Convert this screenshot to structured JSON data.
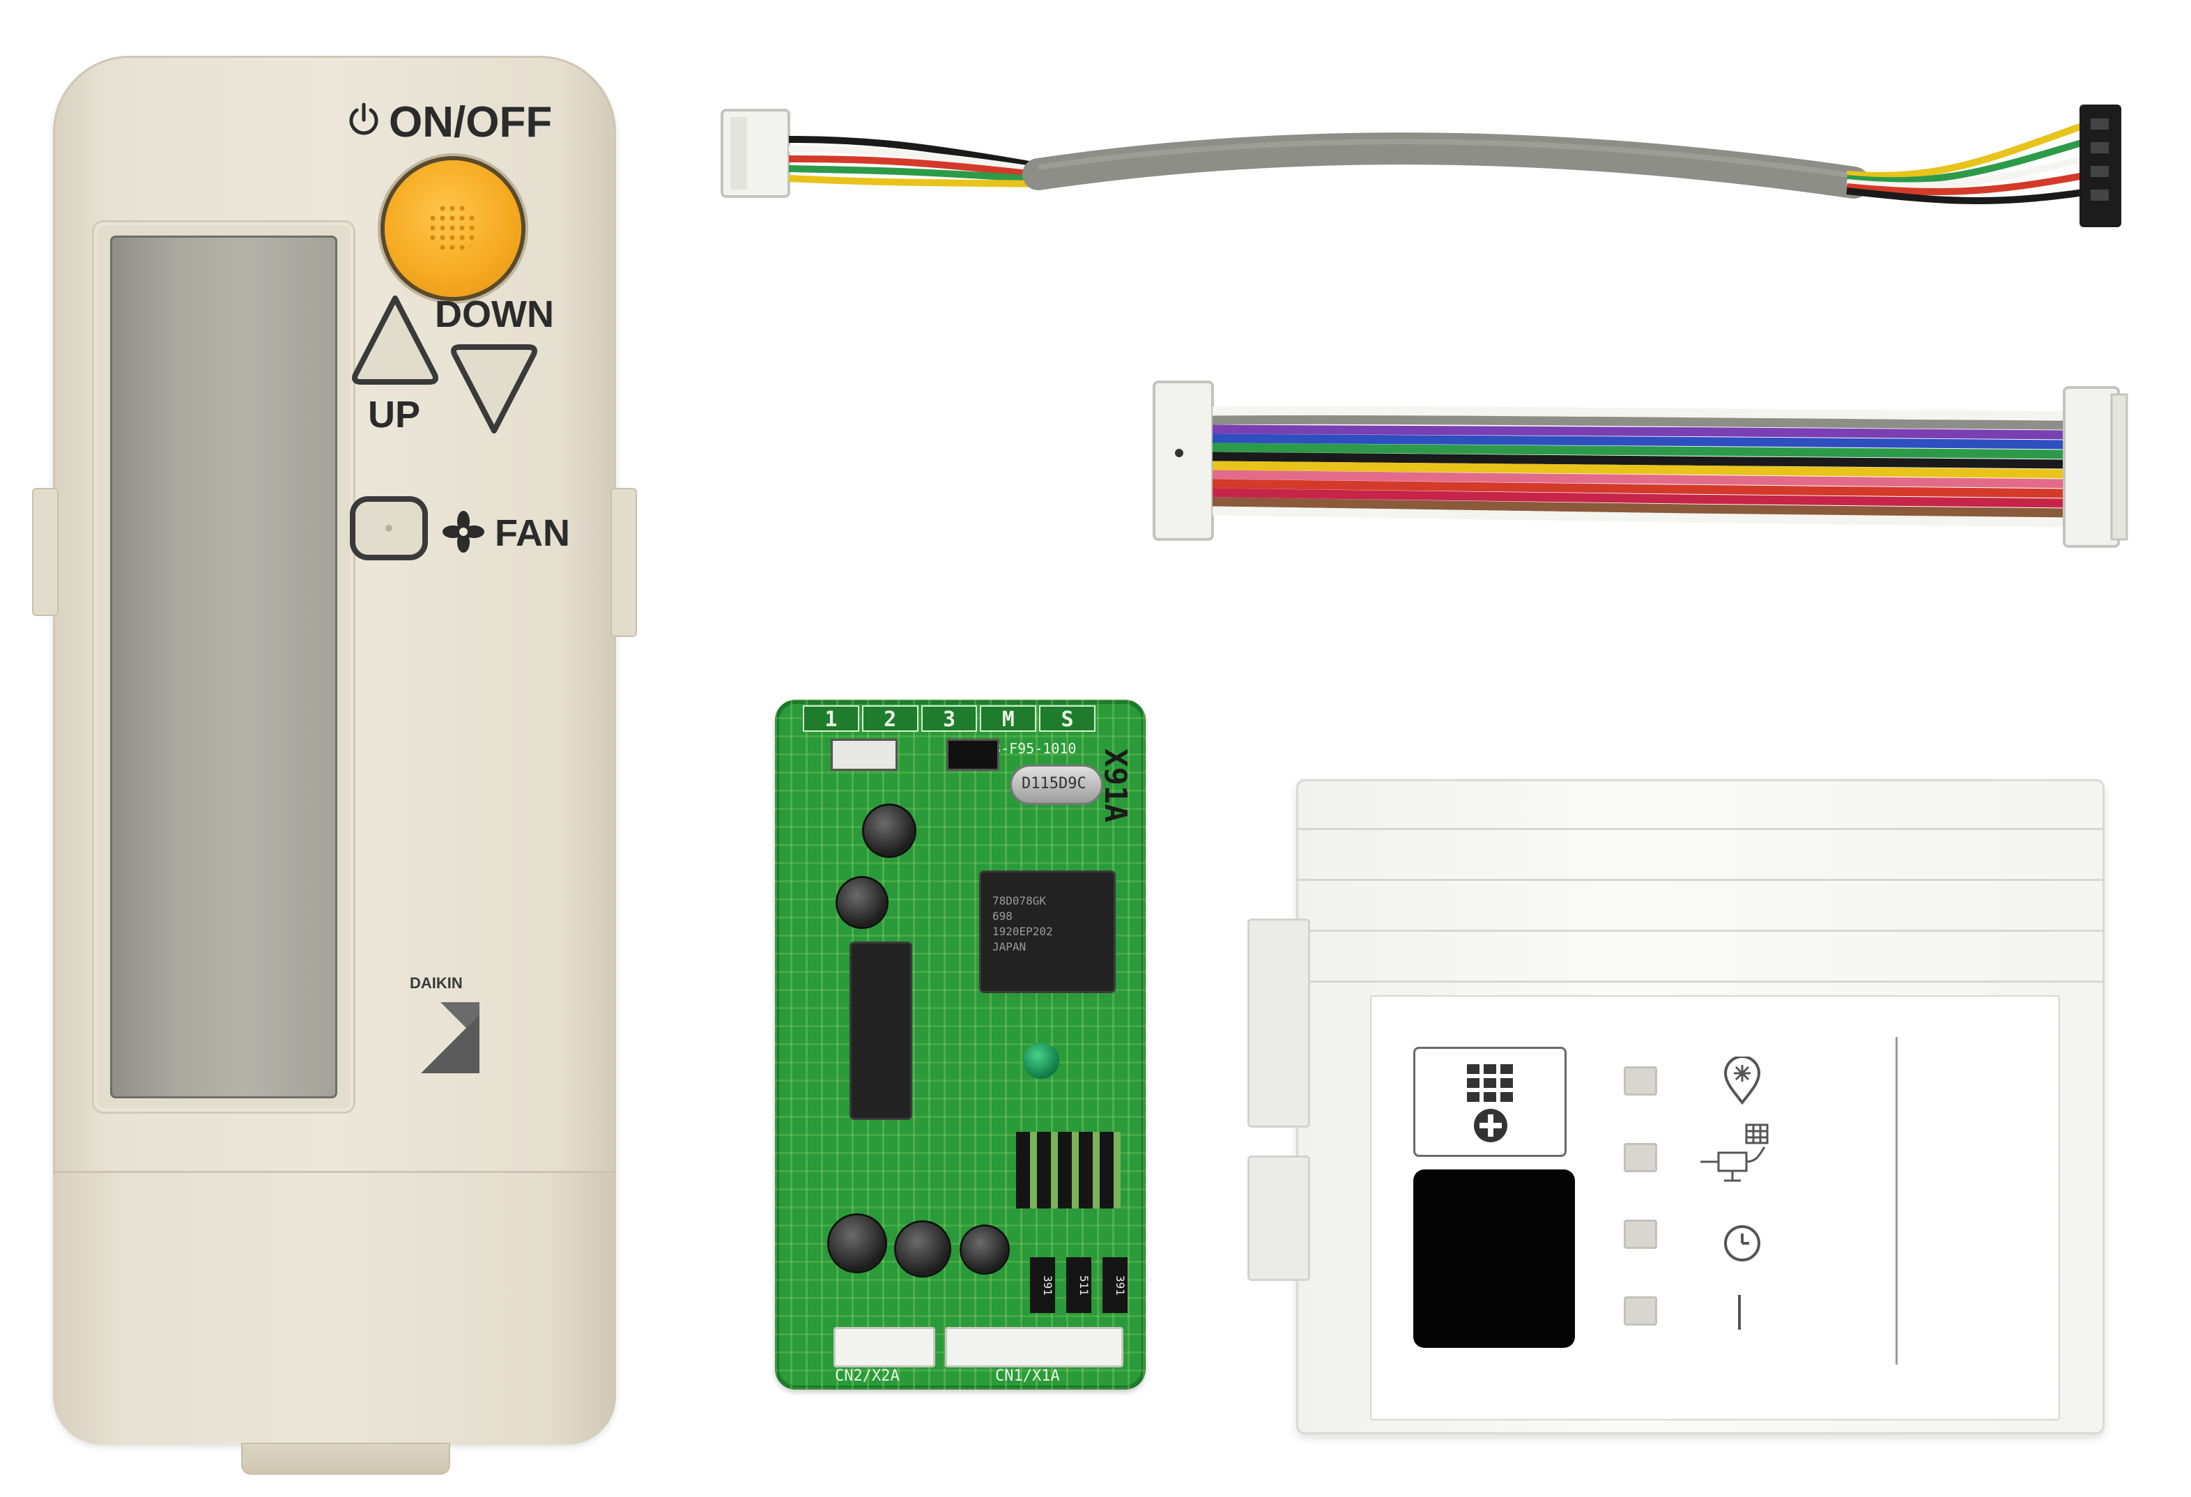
{
  "remote": {
    "power_label": "ON/OFF",
    "up_label": "UP",
    "down_label": "DOWN",
    "fan_label": "FAN",
    "brand": "DAIKIN"
  },
  "pcb": {
    "switch_positions": [
      "1",
      "2",
      "3",
      "M",
      "S"
    ],
    "board_code": "DB-F95-1010",
    "model_mark": "X91A",
    "crystal_mark": "D115D9C",
    "chip_lines": [
      "78D078GK",
      "698",
      "1920EP202",
      "JAPAN"
    ],
    "connector_left": "CN2/X2A",
    "connector_right": "CN1/X1A",
    "resistor_marks": [
      "391",
      "511",
      "391"
    ]
  },
  "colors": {
    "remote_body": "#ece7da",
    "onoff_button": "#f6ab22",
    "pcb_green": "#2a9a3a",
    "cable_gray": "#8e8e88",
    "receiver_body": "#f7f7f5"
  }
}
